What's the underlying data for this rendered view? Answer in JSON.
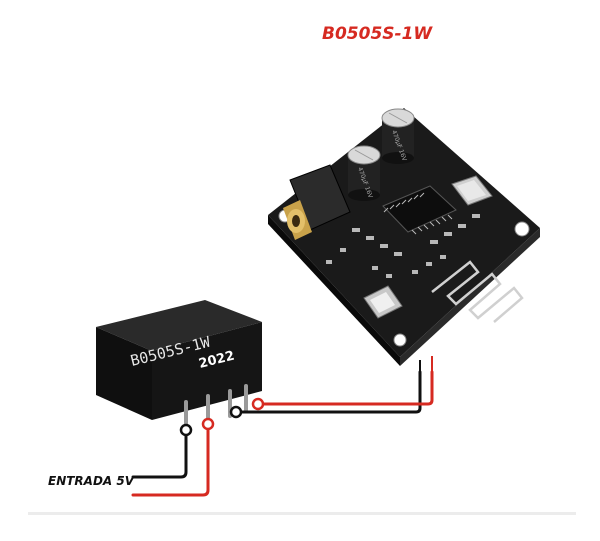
{
  "diagram": {
    "title": "B0505S-1W",
    "input_label": "ENTRADA 5V",
    "module": {
      "part_number": "B0505S-1W",
      "year": "2022"
    },
    "capacitors": [
      {
        "label": "470µF\n16V"
      },
      {
        "label": "470µF\n16V"
      }
    ],
    "colors": {
      "title": "#d62a21",
      "red_wire": "#d62a21",
      "black_wire": "#111111",
      "board": "#1a1a1a",
      "module_body": "#151515"
    }
  }
}
